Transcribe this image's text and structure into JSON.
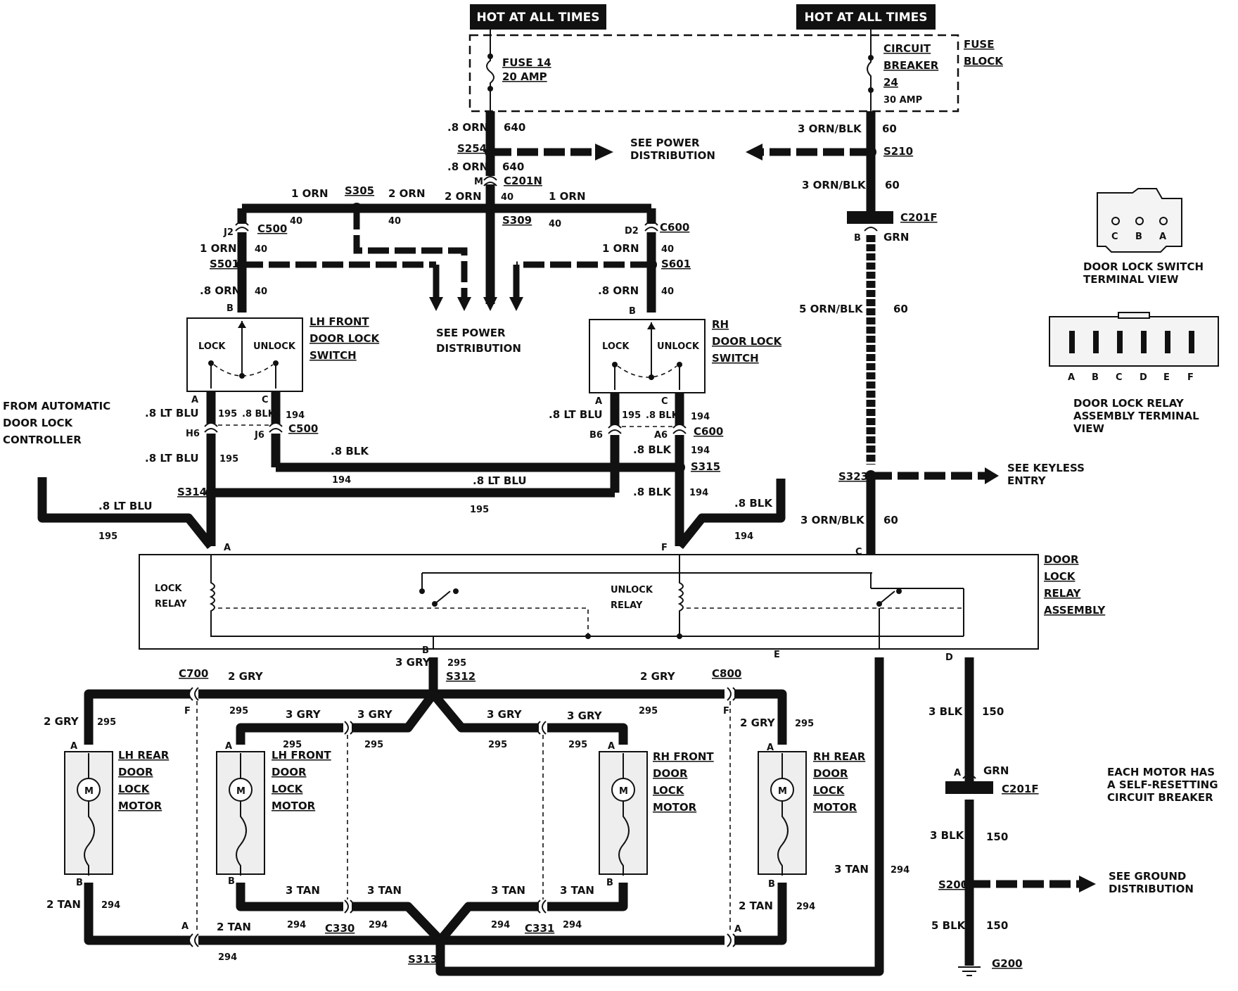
{
  "power": {
    "hot1": "HOT AT ALL TIMES",
    "hot2": "HOT AT ALL TIMES"
  },
  "fuse_block": {
    "title1": "FUSE",
    "title2": "BLOCK",
    "fuse_name": "FUSE 14",
    "fuse_rating": "20 AMP",
    "cb1": "CIRCUIT",
    "cb2": "BREAKER",
    "cb_num": "24",
    "cb_rating": "30 AMP"
  },
  "wires": {
    "orn_08": ".8 ORN",
    "orn_1": "1 ORN",
    "orn_2": "2 ORN",
    "orn_blk_3": "3 ORN/BLK",
    "orn_blk_5": "5 ORN/BLK",
    "lt_blu": ".8 LT BLU",
    "blk_08": ".8 BLK",
    "grn": "GRN",
    "gry_2": "2 GRY",
    "gry_3": "3 GRY",
    "tan_2": "2 TAN",
    "tan_3": "3 TAN",
    "blk_3": "3 BLK",
    "blk_5": "5 BLK",
    "c640": "640",
    "c40": "40",
    "c60": "60",
    "c195": "195",
    "c194": "194",
    "c295": "295",
    "c294": "294",
    "c150": "150"
  },
  "splices": {
    "s254": "S254",
    "s210": "S210",
    "s305": "S305",
    "s309": "S309",
    "s501": "S501",
    "s601": "S601",
    "s314": "S314",
    "s315": "S315",
    "s323": "S323",
    "s312": "S312",
    "s313": "S313",
    "s200": "S200",
    "g200": "G200"
  },
  "connectors": {
    "c201n": "C201N",
    "c201f": "C201F",
    "c500": "C500",
    "c600": "C600",
    "c700": "C700",
    "c800": "C800",
    "c330": "C330",
    "c331": "C331"
  },
  "pins": {
    "m": "M",
    "b": "B",
    "a": "A",
    "c": "C",
    "d": "D",
    "e": "E",
    "f": "F",
    "j2": "J2",
    "j6": "J6",
    "h6": "H6",
    "d2": "D2",
    "b6": "B6",
    "a6": "A6"
  },
  "notes": {
    "see_power1": "SEE POWER",
    "see_power2": "DISTRIBUTION",
    "see_keyless1": "SEE KEYLESS",
    "see_keyless2": "ENTRY",
    "see_ground1": "SEE GROUND",
    "see_ground2": "DISTRIBUTION",
    "from1": "FROM AUTOMATIC",
    "from2": "DOOR LOCK",
    "from3": "CONTROLLER",
    "cb_note1": "EACH MOTOR HAS",
    "cb_note2": "A SELF-RESETTING",
    "cb_note3": "CIRCUIT BREAKER"
  },
  "switches": {
    "lock": "LOCK",
    "unlock": "UNLOCK",
    "lh1": "LH FRONT",
    "lh2": "DOOR LOCK",
    "lh3": "SWITCH",
    "rh1": "RH",
    "rh2": "DOOR LOCK",
    "rh3": "SWITCH"
  },
  "relay": {
    "t1": "DOOR",
    "t2": "LOCK",
    "t3": "RELAY",
    "t4": "ASSEMBLY",
    "lock1": "LOCK",
    "lock2": "RELAY",
    "unlock1": "UNLOCK",
    "unlock2": "RELAY"
  },
  "motors": {
    "lh_rear": "LH REAR",
    "lh_front": "LH FRONT",
    "rh_front": "RH FRONT",
    "rh_rear": "RH REAR",
    "door": "DOOR",
    "lock": "LOCK",
    "motor": "MOTOR",
    "m": "M"
  },
  "views": {
    "switch_title1": "DOOR LOCK SWITCH",
    "switch_title2": "TERMINAL VIEW",
    "relay_title1": "DOOR LOCK RELAY",
    "relay_title2": "ASSEMBLY TERMINAL",
    "relay_title3": "VIEW",
    "pins_cba": [
      "C",
      "B",
      "A"
    ],
    "pins_af": [
      "A",
      "B",
      "C",
      "D",
      "E",
      "F"
    ]
  }
}
